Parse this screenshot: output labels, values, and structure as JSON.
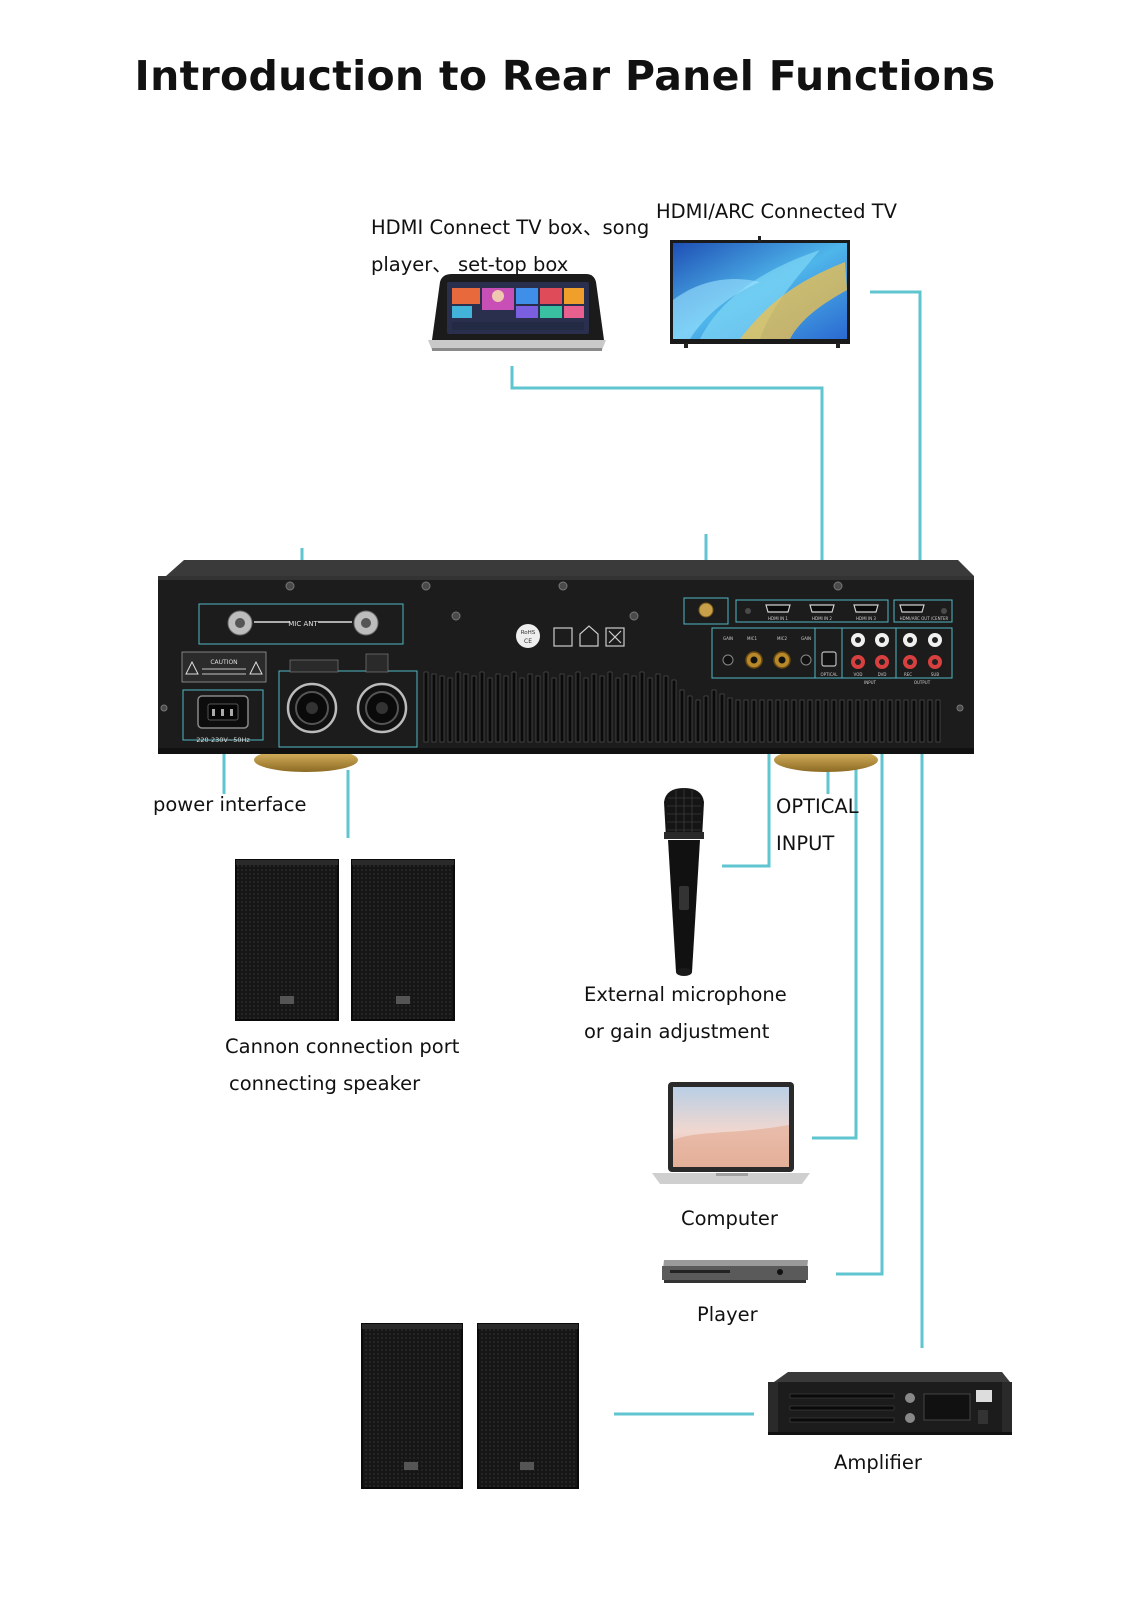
{
  "title": "Introduction to Rear Panel Functions",
  "labels": {
    "hdmi_box_line1": "HDMI Connect  TV box、song",
    "hdmi_box_line2": "player、  set-top box",
    "tv": "HDMI/ARC Connected TV",
    "power": "power interface",
    "optical_line1": "OPTICAL",
    "optical_line2": "INPUT",
    "mic_line1": "External microphone",
    "mic_line2": "or gain adjustment",
    "cannon_line1": "Cannon connection port",
    "cannon_line2": "connecting speaker",
    "computer": "Computer",
    "player": "Player",
    "amplifier": "Amplifier"
  },
  "panel_markings": {
    "mic_ant": "MIC ANT",
    "caution": "CAUTION",
    "voltage": "220-230V~50Hz",
    "rohs": "RoHS",
    "ce": "CE",
    "hdmi_in1": "HDMI IN 1",
    "hdmi_in2": "HDMI IN 2",
    "hdmi_in3": "HDMI IN 3",
    "hdmi_arc": "HDMI/ARC OUT /CENTER",
    "gain": "GAIN",
    "mic1": "MIC1",
    "mic2": "MIC2",
    "optical": "OPTICAL",
    "vod": "VOD",
    "dvd": "DVD",
    "input": "INPUT",
    "rec": "REC",
    "sub": "SUB",
    "output": "OUTPUT"
  },
  "colors": {
    "connector_line": "#5fc6d0",
    "device_body": "#1c1c1c",
    "panel_outline": "#4fb8c4",
    "gold_feet": "#c9a04a"
  },
  "icons": [
    "tablet-icon",
    "tv-icon",
    "microphone-icon",
    "speaker-icon",
    "laptop-icon",
    "disc-player-icon",
    "amplifier-icon"
  ]
}
